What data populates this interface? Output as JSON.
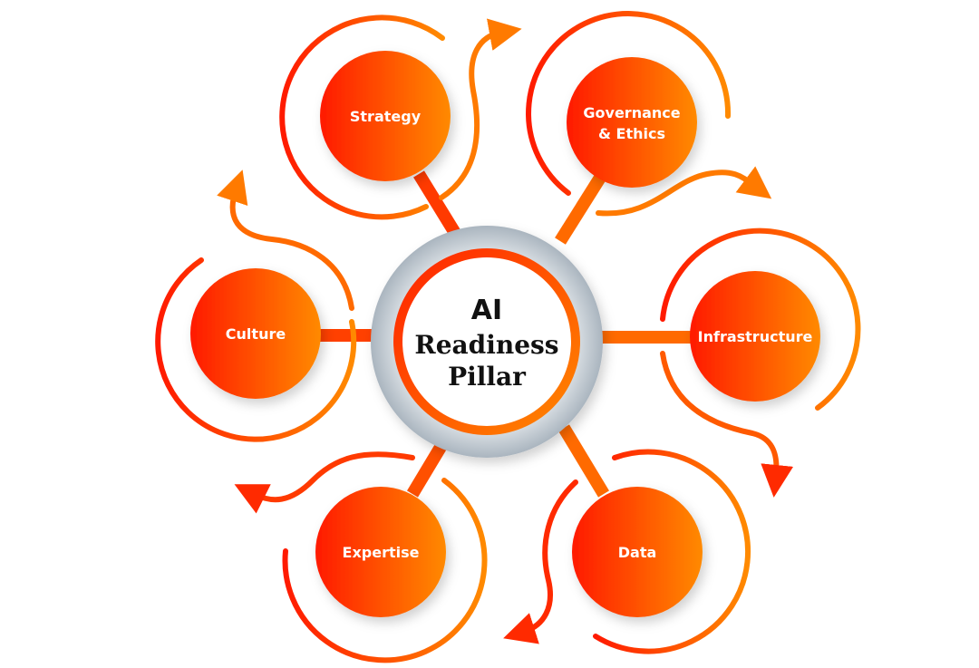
{
  "hub": {
    "line1": "AI",
    "line2": "Readiness",
    "line3": "Pillar"
  },
  "pillars": [
    {
      "id": "strategy",
      "label_lines": [
        "Strategy"
      ]
    },
    {
      "id": "governance",
      "label_lines": [
        "Governance",
        "& Ethics"
      ]
    },
    {
      "id": "culture",
      "label_lines": [
        "Culture"
      ]
    },
    {
      "id": "infrastructure",
      "label_lines": [
        "Infrastructure"
      ]
    },
    {
      "id": "expertise",
      "label_lines": [
        "Expertise"
      ]
    },
    {
      "id": "data",
      "label_lines": [
        "Data"
      ]
    }
  ],
  "colors": {
    "gradient_start": "#ff1a00",
    "gradient_end": "#ff8a00",
    "hub_ring": "#c3ccd4",
    "background": "#ffffff",
    "hub_text": "#111111",
    "node_text": "#ffffff"
  }
}
